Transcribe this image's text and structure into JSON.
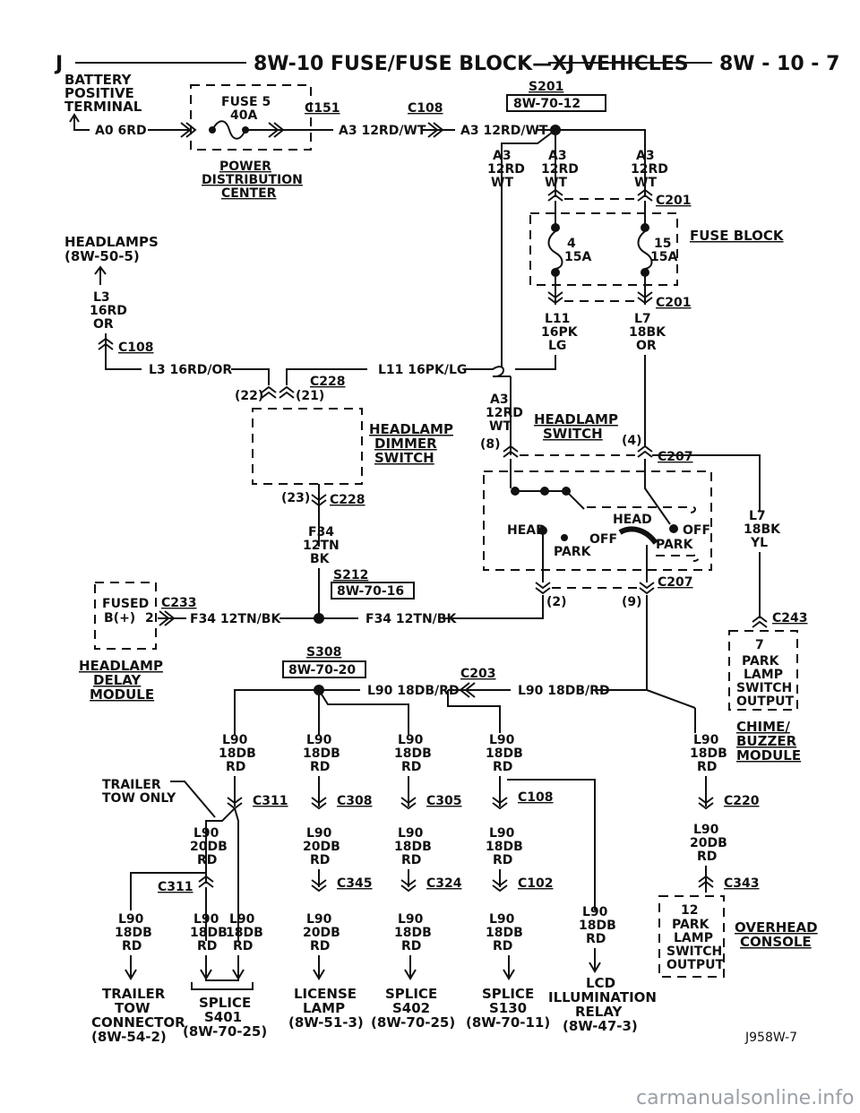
{
  "header": {
    "left": "J",
    "title": "8W-10 FUSE/FUSE BLOCK—XJ VEHICLES",
    "page": "8W - 10 - 7"
  },
  "battery": {
    "line1": "BATTERY",
    "line2": "POSITIVE",
    "line3": "TERMINAL",
    "wire": "A0 6RD"
  },
  "fuse5": {
    "label1": "FUSE 5",
    "label2": "40A"
  },
  "pdc": {
    "line1": "POWER",
    "line2": "DISTRIBUTION",
    "line3": "CENTER"
  },
  "conn": {
    "c151": "C151",
    "c108": "C108",
    "c201": "C201",
    "c228": "C228",
    "c207": "C207",
    "c233": "C233",
    "c203": "C203",
    "c243": "C243",
    "c311": "C311",
    "c308": "C308",
    "c305": "C305",
    "c220": "C220",
    "c345": "C345",
    "c324": "C324",
    "c102": "C102",
    "c343": "C343"
  },
  "splice": {
    "s201": "S201",
    "s201ref": "8W-70-12",
    "s212": "S212",
    "s212ref": "8W-70-16",
    "s308": "S308",
    "s308ref": "8W-70-20"
  },
  "wires": {
    "a3rdwt": "A3 12RD/WT",
    "a3": "A3",
    "g12rd": "12RD",
    "wt": "WT",
    "l3": "L3",
    "g16rd": "16RD",
    "or": "OR",
    "l3full": "L3 16RD/OR",
    "l11full": "L11 16PK/LG",
    "l11": "L11",
    "g16pk": "16PK",
    "lg": "LG",
    "l7": "L7",
    "g18bk": "18BK",
    "yl": "YL",
    "f34": "F34",
    "g12tn": "12TN",
    "bk": "BK",
    "f34full": "F34 12TN/BK",
    "l90full": "L90 18DB/RD",
    "l90": "L90",
    "g18db": "18DB",
    "g20db": "20DB",
    "rd": "RD"
  },
  "pins": {
    "p22": "(22)",
    "p21": "(21)",
    "p23": "(23)",
    "p8": "(8)",
    "p4": "(4)",
    "p2": "(2)",
    "p9": "(9)",
    "p2plain": "2"
  },
  "fuseblock": {
    "title": "FUSE BLOCK",
    "f4": "4",
    "f4a": "15A",
    "f15": "15",
    "f15a": "15A"
  },
  "headlamps": {
    "line1": "HEADLAMPS",
    "line2": "(8W-50-5)"
  },
  "dimmer": {
    "line1": "HEADLAMP",
    "line2": "DIMMER",
    "line3": "SWITCH"
  },
  "hlswitch": {
    "line1": "HEADLAMP",
    "line2": "SWITCH",
    "head": "HEAD",
    "park": "PARK",
    "off": "OFF"
  },
  "delay": {
    "fused": "FUSED",
    "bplus": "B(+)",
    "line1": "HEADLAMP",
    "line2": "DELAY",
    "line3": "MODULE"
  },
  "chime": {
    "pin": "7",
    "l1": "PARK",
    "l2": "LAMP",
    "l3": "SWITCH",
    "l4": "OUTPUT",
    "name1": "CHIME/",
    "name2": "BUZZER",
    "name3": "MODULE"
  },
  "overhead": {
    "pin": "12",
    "l1": "PARK",
    "l2": "LAMP",
    "l3": "SWITCH",
    "l4": "OUTPUT",
    "name1": "OVERHEAD",
    "name2": "CONSOLE"
  },
  "trailer_only": {
    "line1": "TRAILER",
    "line2": "TOW ONLY"
  },
  "destinations": {
    "trailer": {
      "l1": "TRAILER",
      "l2": "TOW",
      "l3": "CONNECTOR",
      "l4": "(8W-54-2)"
    },
    "s401": {
      "l1": "SPLICE",
      "l2": "S401",
      "l3": "(8W-70-25)"
    },
    "license": {
      "l1": "LICENSE",
      "l2": "LAMP",
      "l3": "(8W-51-3)"
    },
    "s402": {
      "l1": "SPLICE",
      "l2": "S402",
      "l3": "(8W-70-25)"
    },
    "s130": {
      "l1": "SPLICE",
      "l2": "S130",
      "l3": "(8W-70-11)"
    },
    "lcd": {
      "l1": "LCD",
      "l2": "ILLUMINATION",
      "l3": "RELAY",
      "l4": "(8W-47-3)"
    }
  },
  "figure_id": "J958W-7",
  "watermark": "carmanualsonline.info"
}
